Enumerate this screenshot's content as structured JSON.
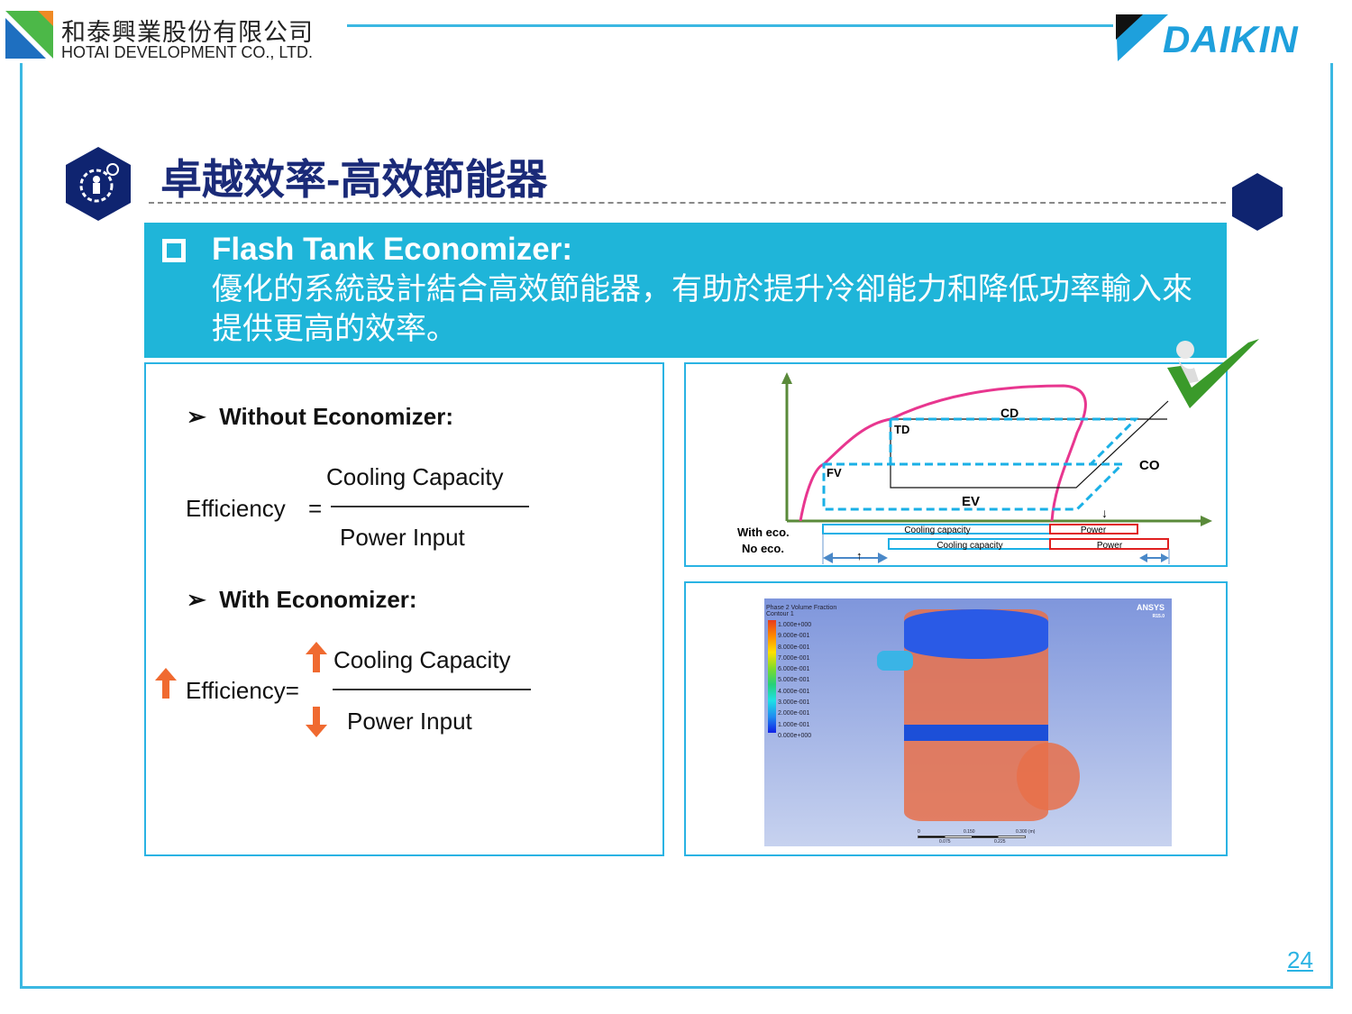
{
  "header": {
    "company_cn": "和泰興業股份有限公司",
    "company_en": "HOTAI DEVELOPMENT CO., LTD.",
    "brand": "DAIKIN"
  },
  "title": "卓越效率-高效節能器",
  "banner": {
    "heading": "Flash Tank Economizer:",
    "body": "優化的系統設計結合高效節能器，有助於提升冷卻能力和降低功率輸入來提供更高的效率。"
  },
  "left": {
    "without": "Without Economizer:",
    "with": "With Economizer:",
    "efficiency": "Efficiency",
    "equals": "=",
    "efficiency_eq": "Efficiency=",
    "numerator": "Cooling Capacity",
    "denominator": "Power Input"
  },
  "diagram": {
    "labels": {
      "cd": "CD",
      "td": "TD",
      "fv": "FV",
      "co": "CO",
      "ev": "EV"
    },
    "with_eco": "With eco.",
    "no_eco": "No eco.",
    "cooling": "Cooling capacity",
    "power": "Power",
    "up_arrow": "↑",
    "down_arrow": "↓"
  },
  "cfd": {
    "title": "Phase 2 Volume Fraction",
    "subtitle": "Contour 1",
    "brand": "ANSYS",
    "version": "R15.0",
    "legend": [
      "1.000e+000",
      "9.000e-001",
      "8.000e-001",
      "7.000e-001",
      "6.000e-001",
      "5.000e-001",
      "4.000e-001",
      "3.000e-001",
      "2.000e-001",
      "1.000e-001",
      "0.000e+000"
    ],
    "scale": [
      "0",
      "0.150",
      "0.300 (m)",
      "0.075",
      "0.225"
    ]
  },
  "page_number": "24",
  "colors": {
    "accent": "#1fb5d9",
    "title": "#1a2a78",
    "pink": "#e8368f",
    "red": "#e02020"
  }
}
